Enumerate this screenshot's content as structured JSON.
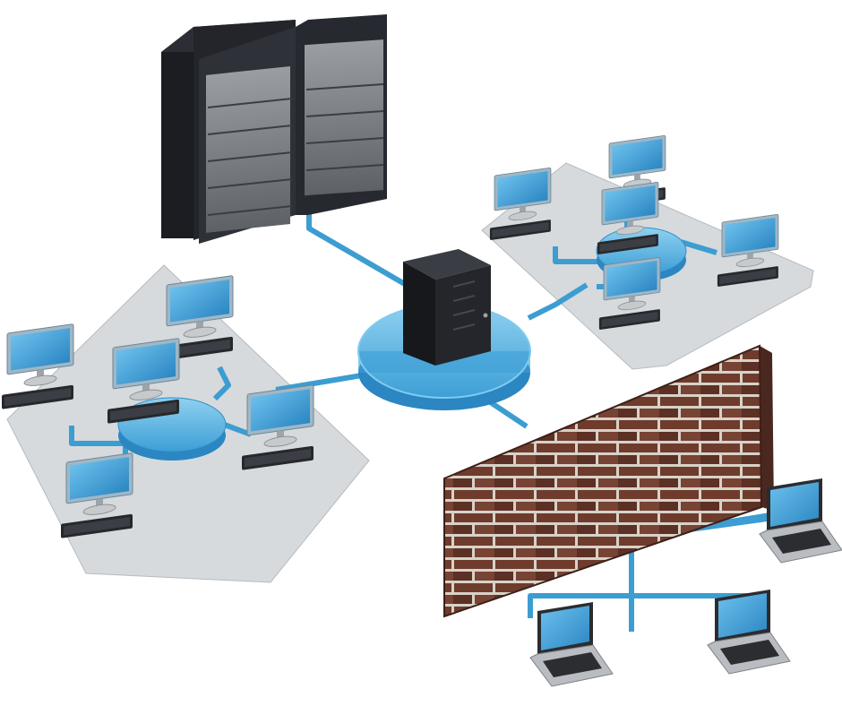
{
  "colors": {
    "background": "#ffffff",
    "cable": "#3c9dd1",
    "hub_disc": "#5fb8e4",
    "screen": "#3d9fd6",
    "platform": "#d4d9dd",
    "server": "#1d1f24",
    "brick": "#6b3a2c",
    "laptop_body": "#b9bcc0"
  },
  "icons": {
    "server_rack": "server-rack-icon",
    "tower_server": "tower-server-icon",
    "desktop": "desktop-computer-icon",
    "laptop": "laptop-icon",
    "firewall": "firewall-brick-wall-icon",
    "hub": "network-hub-disc-icon"
  },
  "nodes": {
    "racks": 1,
    "central_server": 1,
    "lan_left_desktops": 5,
    "lan_right_desktops": 5,
    "laptops_behind_firewall": 3
  }
}
